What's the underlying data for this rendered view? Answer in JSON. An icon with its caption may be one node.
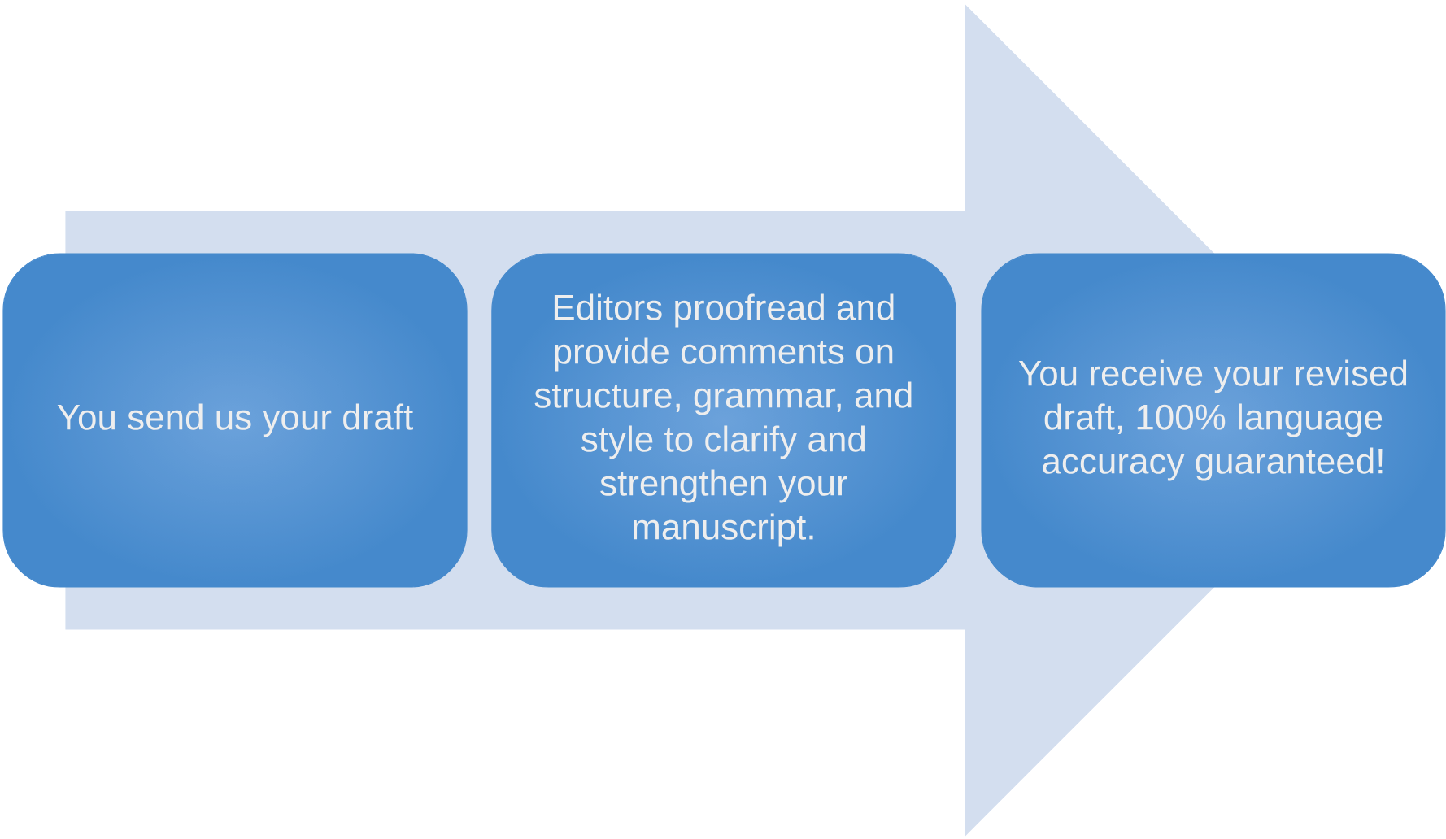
{
  "diagram": {
    "nodes": [
      {
        "text": [],
        "shape": "arrow"
      },
      {
        "text": [
          "You send us your draft"
        ]
      },
      {
        "text": [
          "Editors proofread and provide comments on structure, grammar, and style to clarify and strengthen your manuscript."
        ],
        "in": 0
      },
      {
        "text": [
          "You receive your revised draft, 100% language accuracy guaranteed!"
        ]
      }
    ]
  }
}
